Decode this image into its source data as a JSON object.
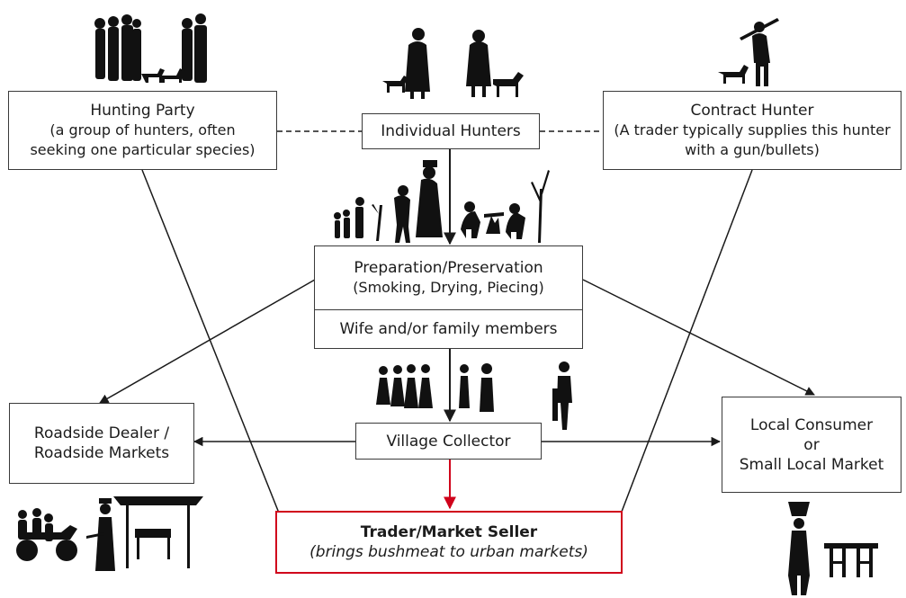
{
  "nodes": {
    "hunting_party": {
      "title": "Hunting Party",
      "line1": "(a group of hunters, often",
      "line2": "seeking one particular species)"
    },
    "individual_hunters": {
      "title": "Individual Hunters"
    },
    "contract_hunter": {
      "title": "Contract Hunter",
      "line1": "(A trader typically supplies this hunter",
      "line2": "with a gun/bullets)"
    },
    "preparation": {
      "title": "Preparation/Preservation",
      "line1": "(Smoking, Drying, Piecing)",
      "line2": "Wife and/or family members"
    },
    "roadside": {
      "line1": "Roadside Dealer /",
      "line2": "Roadside Markets"
    },
    "village_collector": {
      "title": "Village Collector"
    },
    "local_consumer": {
      "line1": "Local Consumer",
      "line2": "or",
      "line3": "Small Local Market"
    },
    "trader": {
      "title": "Trader/Market Seller",
      "subtitle": "(brings bushmeat to urban markets)"
    }
  },
  "colors": {
    "trader_border": "#d0021b",
    "trader_arrow": "#d0021b",
    "line": "#1a1a1a",
    "silhouette": "#111111"
  },
  "icons": [
    "hunters-with-dogs-silhouette",
    "hunter-with-dogs-silhouette",
    "rifle-hunter-with-dog-silhouette",
    "family-cooking-silhouette",
    "women-and-children-silhouette",
    "motorbike-riders-silhouette",
    "market-stall-silhouette",
    "woman-carrying-load-silhouette",
    "table-silhouette"
  ]
}
